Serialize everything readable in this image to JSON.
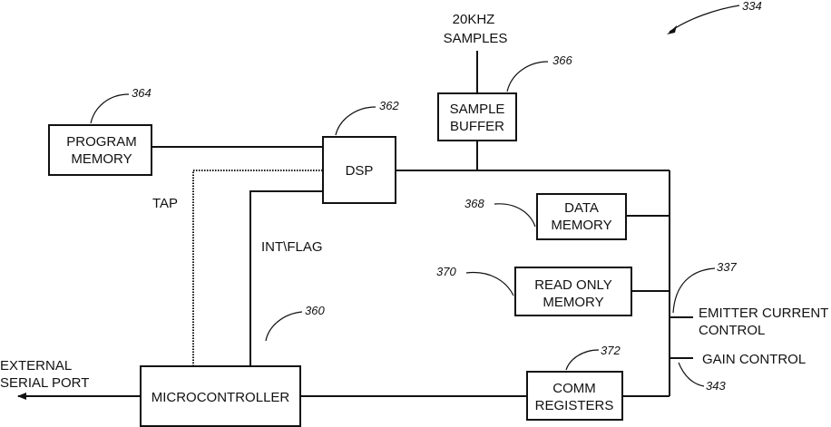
{
  "figure_ref": "334",
  "blocks": {
    "program_memory": {
      "line1": "PROGRAM",
      "line2": "MEMORY",
      "ref": "364"
    },
    "dsp": {
      "label": "DSP",
      "ref": "362"
    },
    "sample_buffer": {
      "line1": "SAMPLE",
      "line2": "BUFFER",
      "ref": "366"
    },
    "data_memory": {
      "line1": "DATA",
      "line2": "MEMORY",
      "ref": "368"
    },
    "read_only_memory": {
      "line1": "READ ONLY",
      "line2": "MEMORY",
      "ref": "370"
    },
    "microcontroller": {
      "label": "MICROCONTROLLER",
      "ref": "360"
    },
    "comm_registers": {
      "line1": "COMM",
      "line2": "REGISTERS",
      "ref": "372"
    }
  },
  "signals": {
    "samples_line1": "20KHZ",
    "samples_line2": "SAMPLES",
    "tap": "TAP",
    "int_flag": "INT\\FLAG",
    "external_line1": "EXTERNAL",
    "external_line2": "SERIAL PORT",
    "emitter_line1": "EMITTER CURRENT",
    "emitter_line2": "CONTROL",
    "emitter_ref": "337",
    "gain": "GAIN CONTROL",
    "gain_ref": "343"
  }
}
